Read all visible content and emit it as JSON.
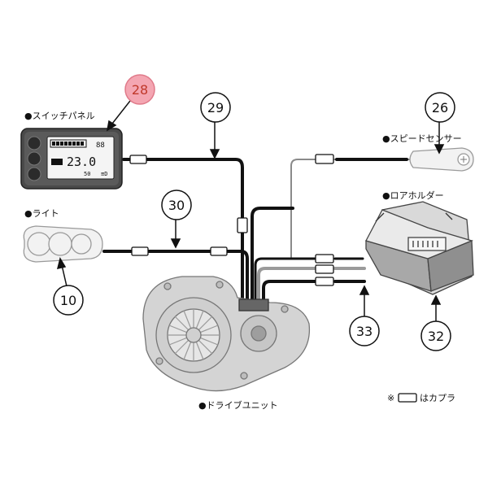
{
  "labels": {
    "switch_panel": "●スイッチパネル",
    "speed_sensor": "●スピードセンサー",
    "lower_holder": "●ロアホルダー",
    "light": "●ライト",
    "drive_unit": "●ドライブユニット"
  },
  "callouts": {
    "switch_panel": "28",
    "cable_panel": "29",
    "speed_sensor": "26",
    "cable_light": "30",
    "light": "10",
    "cable_holder": "33",
    "lower_holder": "32"
  },
  "display": {
    "battery": "88",
    "speed": "23.0",
    "range": "50"
  },
  "legend": {
    "mark": "※",
    "text": "はカプラ"
  },
  "colors": {
    "highlight_fill": "#f4a6b2",
    "highlight_text": "#c0392b",
    "cable_dark": "#111111",
    "cable_gray": "#9a9a9a"
  }
}
